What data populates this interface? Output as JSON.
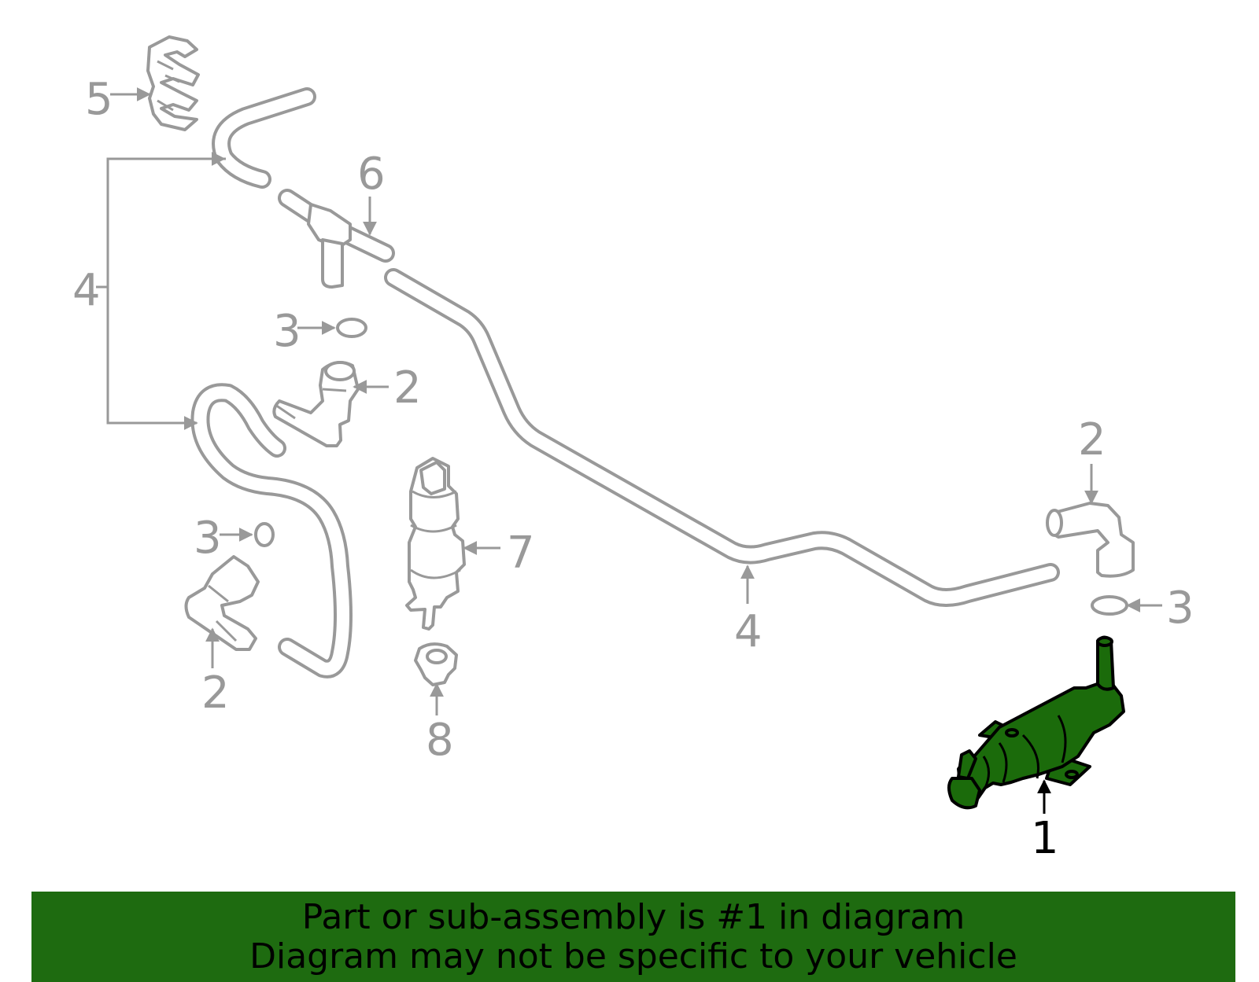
{
  "callouts": {
    "c1": "1",
    "c2a": "2",
    "c2b": "2",
    "c2c": "2",
    "c3a": "3",
    "c3b": "3",
    "c3c": "3",
    "c4a": "4",
    "c4b": "4",
    "c5": "5",
    "c6": "6",
    "c7": "7",
    "c8": "8"
  },
  "highlighted_part": "1",
  "banner": {
    "line1": "Part or sub-assembly is #1 in diagram",
    "line2": "Diagram may not be specific to your vehicle"
  },
  "colors": {
    "highlight": "#1b6b0b",
    "banner": "#1e6b10",
    "outline": "#999999"
  }
}
